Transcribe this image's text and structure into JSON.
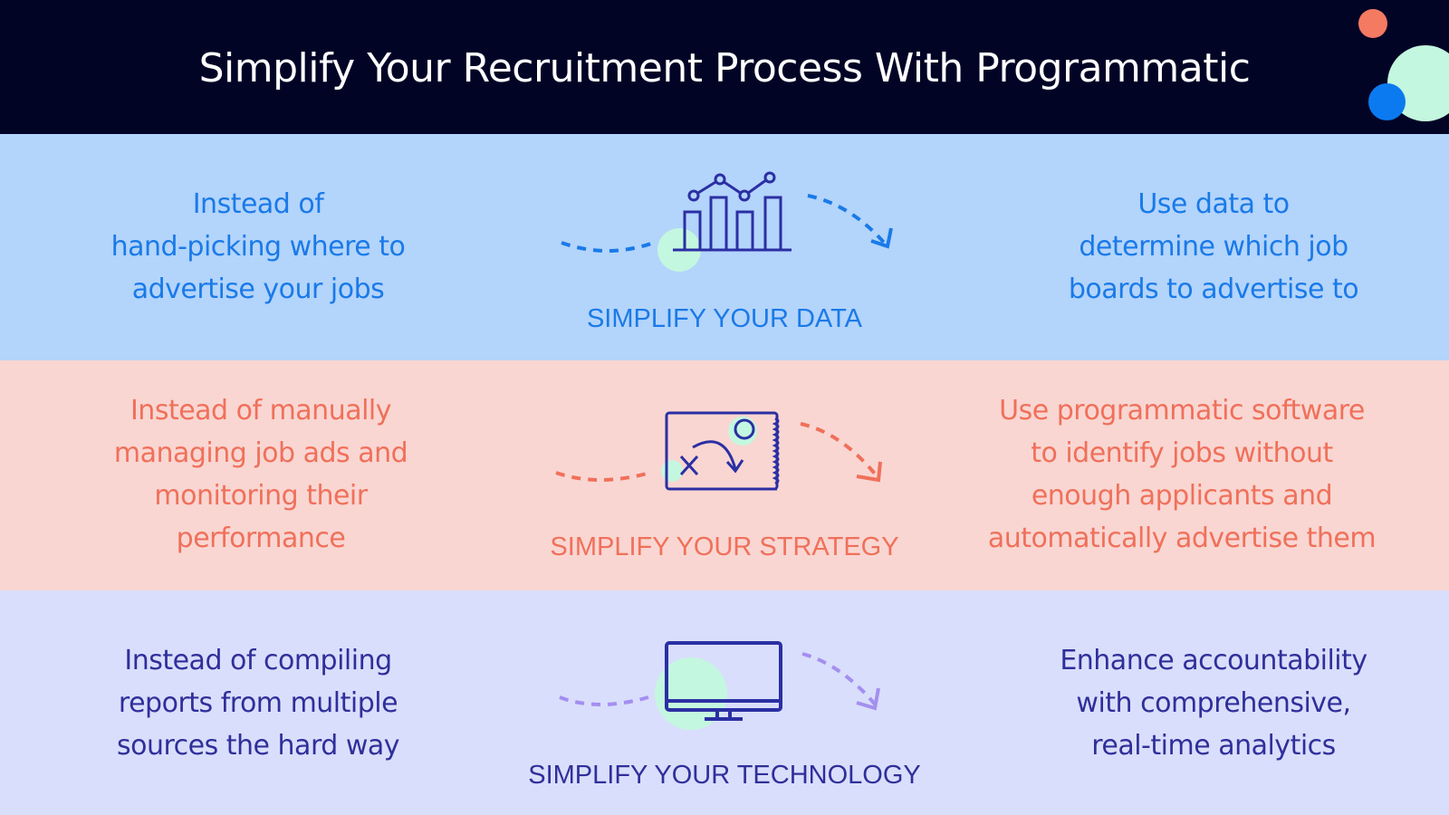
{
  "title": "Simplify Your Recruitment Process With Programmatic",
  "colors": {
    "header": "#020426",
    "band1": "#b3d4fb",
    "text1": "#1a7ae8",
    "band2": "#f9d6d2",
    "text2": "#f0705a",
    "band3": "#d9defc",
    "text3": "#2f2f9a",
    "icon": "#2b2fa3",
    "mint": "#c4f7df"
  },
  "sections": [
    {
      "label": "SIMPLIFY YOUR DATA",
      "left": "Instead of\nhand-picking where to\nadvertise your jobs",
      "right": "Use data to\ndetermine which job\nboards to advertise to",
      "icon": "bar-chart-icon"
    },
    {
      "label": "SIMPLIFY YOUR STRATEGY",
      "left": "Instead of manually\nmanaging job ads and\nmonitoring their\nperformance",
      "right": "Use programmatic software\nto identify jobs without\nenough applicants and\nautomatically advertise them",
      "icon": "strategy-notebook-icon"
    },
    {
      "label": "SIMPLIFY YOUR TECHNOLOGY",
      "left": "Instead of compiling\nreports from multiple\nsources the hard way",
      "right": "Enhance accountability\nwith comprehensive,\nreal-time analytics",
      "icon": "monitor-icon"
    }
  ]
}
